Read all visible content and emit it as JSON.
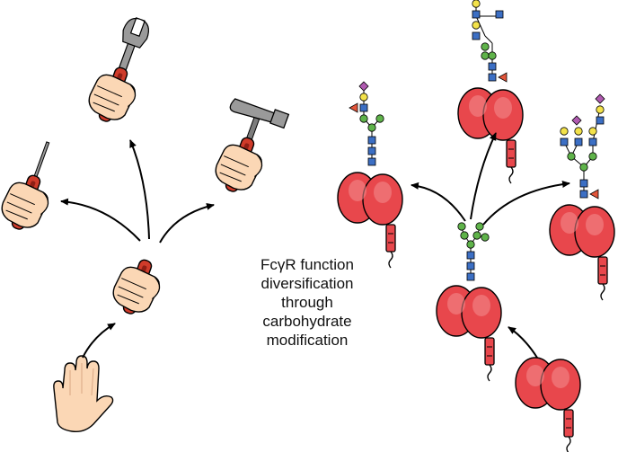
{
  "caption": {
    "line1": "FcγR function",
    "line2": "diversification",
    "line3": "through",
    "line4": "carbohydrate",
    "line5": "modification"
  },
  "icons": {
    "left": [
      "open-hand-icon",
      "hand-holding-plain-handle-icon",
      "hand-holding-screwdriver-icon",
      "hand-holding-wrench-icon",
      "hand-holding-hammer-icon"
    ],
    "right": [
      "receptor-unglycosylated-icon",
      "receptor-core-glycan-icon",
      "receptor-fucosylated-sialylated-glycan-icon",
      "receptor-extended-glycan-icon",
      "receptor-triantennary-glycan-icon"
    ],
    "glycan": [
      "glcnac-square-icon",
      "mannose-circle-icon",
      "galactose-circle-icon",
      "sialic-acid-diamond-icon",
      "fucose-triangle-icon"
    ]
  },
  "colors": {
    "receptor_red": "#e8474c",
    "receptor_dark": "#b02630",
    "skin": "#fbd7b5",
    "handle_red": "#cf3b2a",
    "metal_gray": "#9a9a9a",
    "glcnac_blue": "#3c6fc4",
    "mannose_green": "#5fb34a",
    "galactose_yellow": "#f3e24a",
    "sialic_purple": "#b05ab0",
    "fucose_red": "#e2553a"
  }
}
